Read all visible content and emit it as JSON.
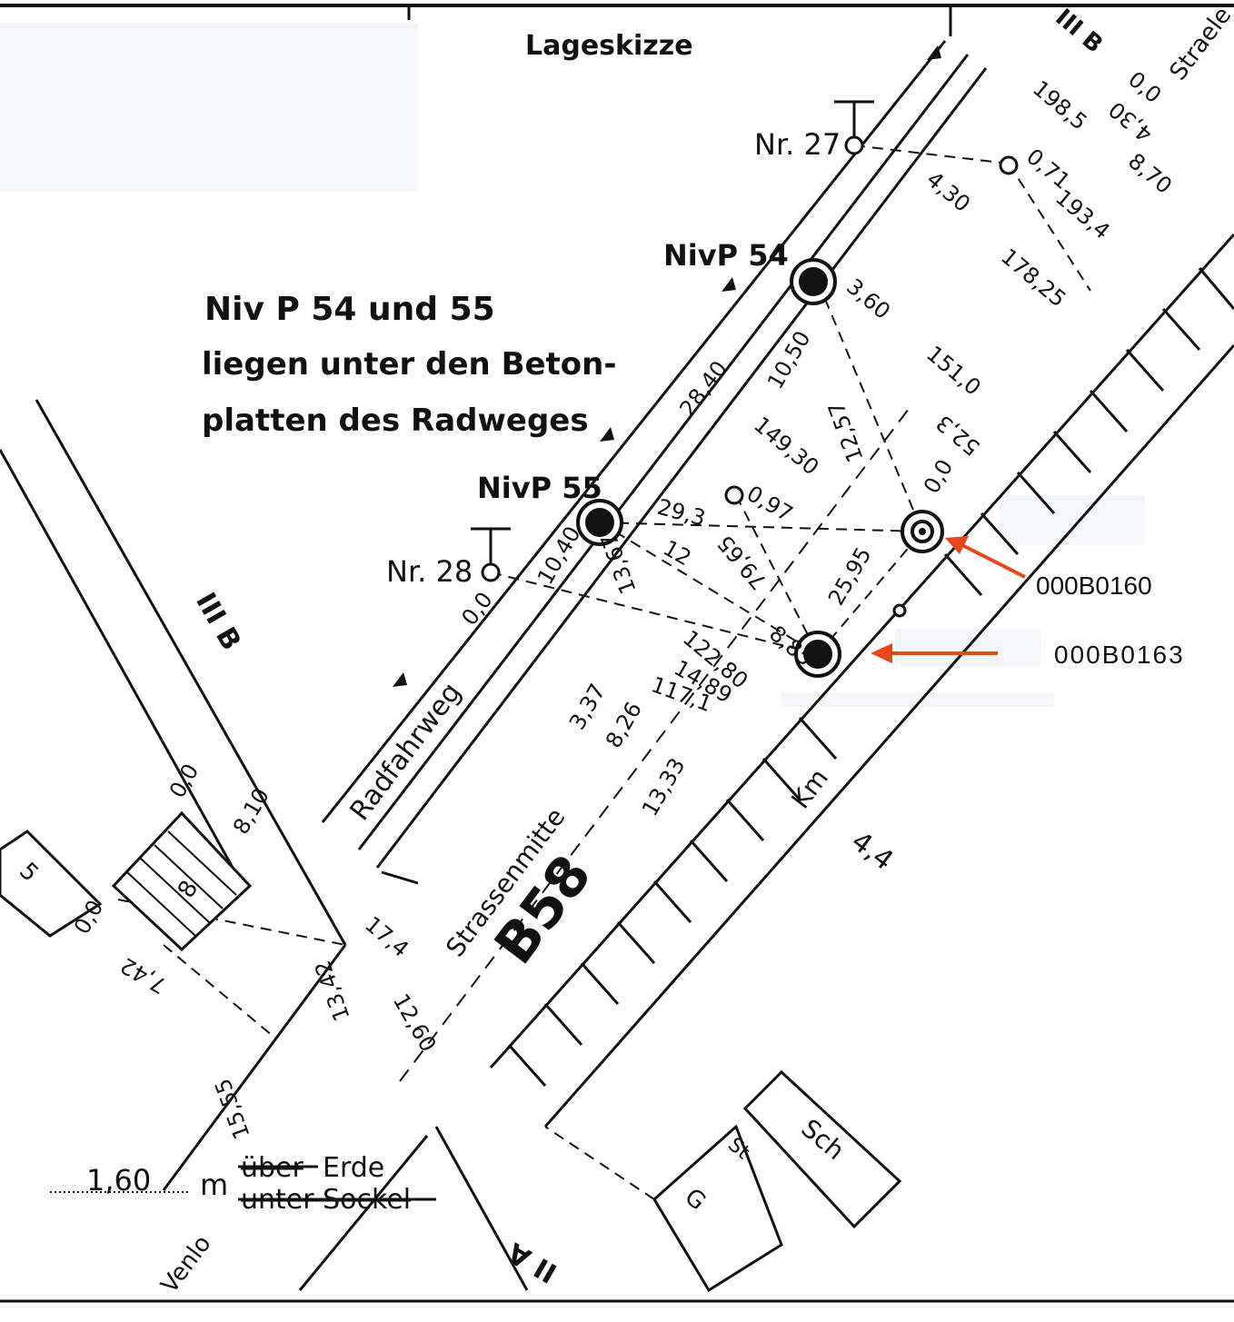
{
  "title": "Lageskizze",
  "note": {
    "line1": "Niv P  54 und 55",
    "line2": "liegen unter den Beton-",
    "line3": "platten des Radweges"
  },
  "points": {
    "nivp54": "NivP 54",
    "nivp55": "NivP 55",
    "nr27": "Nr. 27",
    "nr28": "Nr. 28"
  },
  "streets": {
    "radfahrweg": "Radfahrweg",
    "strassenmitte": "Strassenmitte",
    "road": "B58",
    "km": "Km",
    "km_value": "4,4",
    "straelen": "Straele",
    "venlo": "Venlo",
    "zone_iib_left": "III B",
    "zone_iib_top": "III B",
    "zone_iia": "II A"
  },
  "annotations": {
    "label_160": "000B0160",
    "label_163": "000B0163",
    "accent_color": "#e8471c"
  },
  "height_note": {
    "value": "1,60",
    "unit": "m",
    "over": "über",
    "earth": "Erde",
    "under": "unter Sockel"
  },
  "buildings": {
    "b_left": "8",
    "b_sch": "Sch",
    "b_st": "St",
    "b_g": "G",
    "b_5": "5"
  },
  "measures": {
    "m1985": "198,5",
    "m071": "0,71",
    "m1934": "193,4",
    "m430": "4,30",
    "m17825": "178,25",
    "m360": "3,60",
    "m151": "151,0",
    "m523": "52,3",
    "m1257": "12,57",
    "m1050": "10,50",
    "m2840": "28,40",
    "m14930": "149,30",
    "m097": "0,97",
    "m293": "29,3",
    "m1040": "10,40",
    "m12": "12",
    "m1367": "13,67",
    "m7965": "79,65",
    "m2595": "25,95",
    "m12280": "122,80",
    "m1171": "117,1",
    "m1489": "14,89",
    "m337": "3,37",
    "m826": "8,26",
    "m1333": "13,33",
    "m174": "17,4",
    "m1260": "12,60",
    "m1342": "13,42",
    "m1555": "15,55",
    "m742": "7,42",
    "m00a": "0,0",
    "m00b": "0,0",
    "m00c": "0,0",
    "m00d": "0,0",
    "m00e": "0,0",
    "m810": "8,10",
    "m870": "8,70",
    "m430b": "4,30",
    "m885": "8,85"
  }
}
